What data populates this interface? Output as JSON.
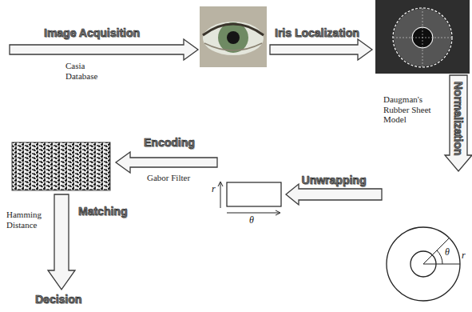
{
  "diagram": {
    "nodes": [
      {
        "text": [
          "θ",
          "r"
        ]
      },
      {
        "text": [
          "r",
          "θ"
        ]
      }
    ],
    "edges": [
      {
        "from": 0,
        "to": 1,
        "arrow": "to",
        "label": "Unwrapping"
      }
    ],
    "labels": [
      "Image Acquisition",
      "Casia Database",
      "Iris Localization",
      "Normalization",
      "Daugman's Rubber Sheet Model",
      "Encoding",
      "Gabor Filter",
      "Matching",
      "Hamming Distance",
      "Decision"
    ]
  }
}
